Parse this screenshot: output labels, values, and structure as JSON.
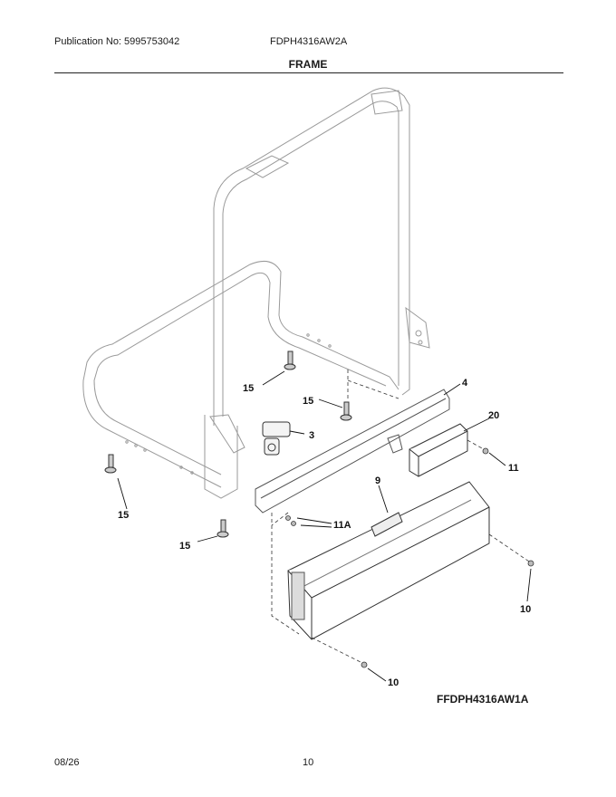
{
  "header": {
    "publication": "Publication No: 5995753042",
    "model": "FDPH4316AW2A"
  },
  "section_title": "FRAME",
  "callouts": {
    "c15a": "15",
    "c15b": "15",
    "c15c": "15",
    "c15d": "15",
    "c3": "3",
    "c4": "4",
    "c20": "20",
    "c11": "11",
    "c9": "9",
    "c11a": "11A",
    "c10a": "10",
    "c10b": "10"
  },
  "reference_code": "FFDPH4316AW1A",
  "footer": {
    "date": "08/26",
    "page": "10"
  }
}
